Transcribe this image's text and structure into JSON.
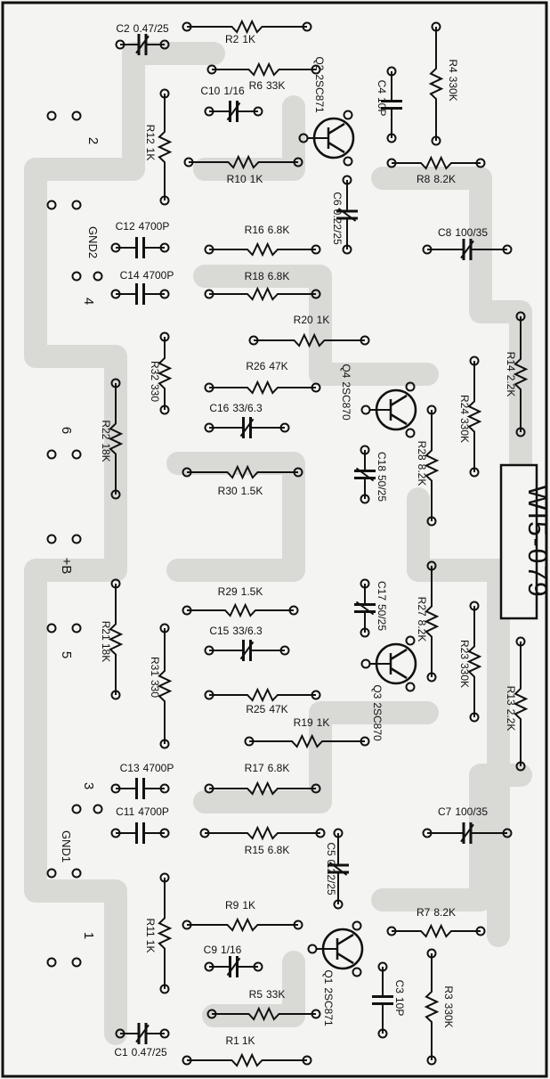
{
  "board": {
    "title": "WI5-079"
  },
  "connectors": {
    "pad_2": "2",
    "pad_gnd2": "GND2",
    "pad_4": "4",
    "pad_6": "6",
    "pad_plusb": "+B",
    "pad_5": "5",
    "pad_3": "3",
    "pad_gnd1": "GND1",
    "pad_1": "1"
  },
  "resistors": [
    {
      "ref": "R1",
      "value": "1K"
    },
    {
      "ref": "R2",
      "value": "1K"
    },
    {
      "ref": "R3",
      "value": "330K"
    },
    {
      "ref": "R4",
      "value": "330K"
    },
    {
      "ref": "R5",
      "value": "33K"
    },
    {
      "ref": "R6",
      "value": "33K"
    },
    {
      "ref": "R7",
      "value": "8.2K"
    },
    {
      "ref": "R8",
      "value": "8.2K"
    },
    {
      "ref": "R9",
      "value": "1K"
    },
    {
      "ref": "R10",
      "value": "1K"
    },
    {
      "ref": "R11",
      "value": "1K"
    },
    {
      "ref": "R12",
      "value": "1K"
    },
    {
      "ref": "R13",
      "value": "2.2K"
    },
    {
      "ref": "R14",
      "value": "2.2K"
    },
    {
      "ref": "R15",
      "value": "6.8K"
    },
    {
      "ref": "R16",
      "value": "6.8K"
    },
    {
      "ref": "R17",
      "value": "6.8K"
    },
    {
      "ref": "R18",
      "value": "6.8K"
    },
    {
      "ref": "R19",
      "value": "1K"
    },
    {
      "ref": "R20",
      "value": "1K"
    },
    {
      "ref": "R21",
      "value": "18K"
    },
    {
      "ref": "R22",
      "value": "18K"
    },
    {
      "ref": "R23",
      "value": "330K"
    },
    {
      "ref": "R24",
      "value": "330K"
    },
    {
      "ref": "R25",
      "value": "47K"
    },
    {
      "ref": "R26",
      "value": "47K"
    },
    {
      "ref": "R27",
      "value": "8.2K"
    },
    {
      "ref": "R28",
      "value": "8.2K"
    },
    {
      "ref": "R29",
      "value": "1.5K"
    },
    {
      "ref": "R30",
      "value": "1.5K"
    },
    {
      "ref": "R31",
      "value": "330"
    },
    {
      "ref": "R32",
      "value": "330"
    }
  ],
  "capacitors": [
    {
      "ref": "C1",
      "value": "0.47/25"
    },
    {
      "ref": "C2",
      "value": "0.47/25"
    },
    {
      "ref": "C3",
      "value": "10P"
    },
    {
      "ref": "C4",
      "value": "10P"
    },
    {
      "ref": "C5",
      "value": "0.22/25"
    },
    {
      "ref": "C6",
      "value": "0.22/25"
    },
    {
      "ref": "C7",
      "value": "100/35"
    },
    {
      "ref": "C8",
      "value": "100/35"
    },
    {
      "ref": "C9",
      "value": "1/16"
    },
    {
      "ref": "C10",
      "value": "1/16"
    },
    {
      "ref": "C11",
      "value": "4700P"
    },
    {
      "ref": "C12",
      "value": "4700P"
    },
    {
      "ref": "C13",
      "value": "4700P"
    },
    {
      "ref": "C14",
      "value": "4700P"
    },
    {
      "ref": "C15",
      "value": "33/6.3"
    },
    {
      "ref": "C16",
      "value": "33/6.3"
    },
    {
      "ref": "C17",
      "value": "50/25"
    },
    {
      "ref": "C18",
      "value": "50/25"
    }
  ],
  "transistors": [
    {
      "ref": "Q1",
      "part": "2SC871"
    },
    {
      "ref": "Q2",
      "part": "2SC871"
    },
    {
      "ref": "Q3",
      "part": "2SC870"
    },
    {
      "ref": "Q4",
      "part": "2SC870"
    }
  ],
  "colors": {
    "ink": "#111111",
    "trace": "#d9dad6",
    "paper": "#f4f4f2"
  }
}
